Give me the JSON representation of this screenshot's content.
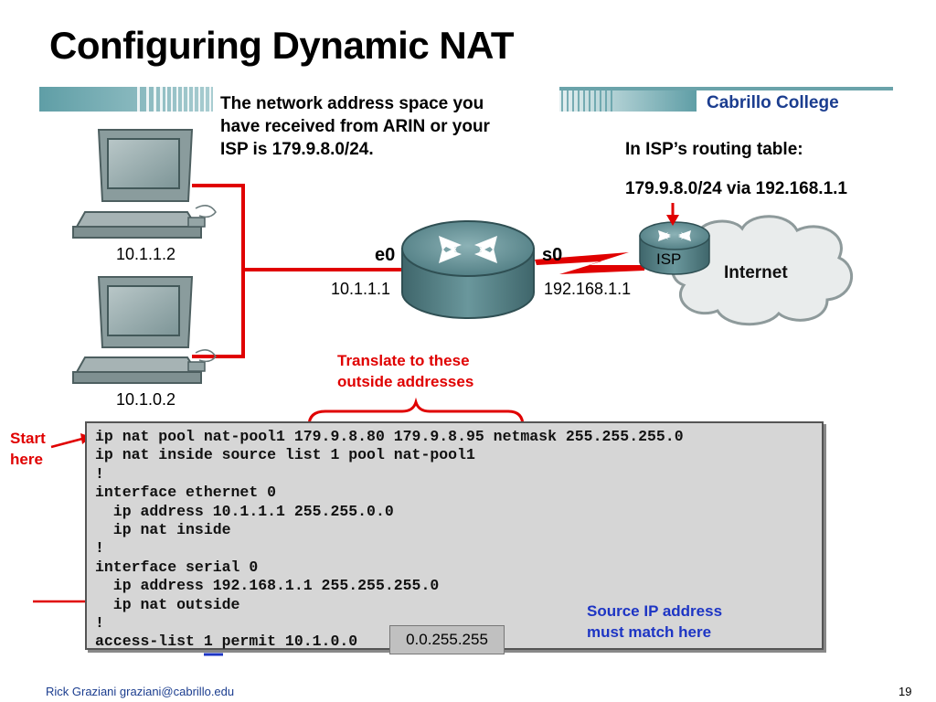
{
  "title": "Configuring Dynamic NAT",
  "description_lines": [
    "The network address space you",
    "have received from ARIN or your",
    "ISP is 179.9.8.0/24."
  ],
  "isp_routing": {
    "heading": "In ISP’s routing table:",
    "route": "179.9.8.0/24 via 192.168.1.1"
  },
  "brand": "Cabrillo College",
  "hosts": [
    {
      "ip": "10.1.1.2"
    },
    {
      "ip": "10.1.0.2"
    }
  ],
  "router": {
    "e0_label": "e0",
    "e0_ip": "10.1.1.1",
    "s0_label": "s0",
    "s0_ip": "192.168.1.1"
  },
  "isp_label": "ISP",
  "internet_label": "Internet",
  "annotations": {
    "translate": [
      "Translate to these",
      "outside addresses"
    ],
    "start": [
      "Start",
      "here"
    ],
    "source": [
      "Source IP address",
      "must match here"
    ],
    "wildcard": "0.0.255.255"
  },
  "config_lines": [
    "ip nat pool nat-pool1 179.9.8.80 179.9.8.95 netmask 255.255.255.0",
    "ip nat inside source list 1 pool nat-pool1",
    "!",
    "interface ethernet 0",
    "  ip address 10.1.1.1 255.255.0.0",
    "  ip nat inside",
    "!",
    "interface serial 0",
    "  ip address 192.168.1.1 255.255.255.0",
    "  ip nat outside",
    "!",
    "access-list 1 permit 10.1.0.0"
  ],
  "footer": {
    "author": "Rick Graziani  graziani@cabrillo.edu",
    "page": "19"
  },
  "colors": {
    "link_red": "#e00000",
    "note_blue": "#1d35c4",
    "brand_blue": "#1b3d8f",
    "header_teal": "#4d8f98"
  }
}
